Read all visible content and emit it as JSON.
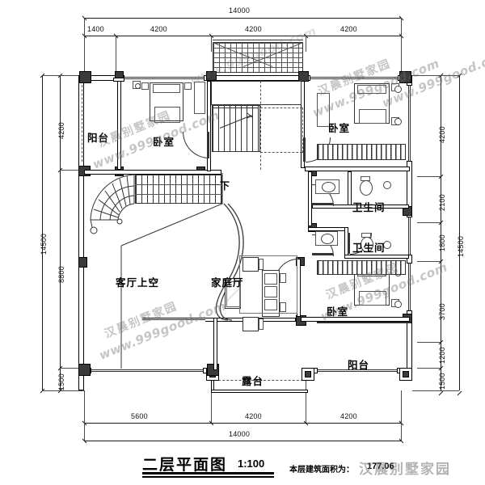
{
  "drawing": {
    "title": "二层平面图",
    "scale": "1:100",
    "area_label": "本层建筑面积为：",
    "area_value": "177.06",
    "brand_watermark": "汉晨别墅家园"
  },
  "dimensions": {
    "top_total": "14000",
    "top_segments": [
      "1400",
      "4200",
      "4200",
      "4200"
    ],
    "bottom_total": "14000",
    "bottom_segments": [
      "5600",
      "4200",
      "4200"
    ],
    "left_total": "14500",
    "left_segments": [
      "4200",
      "8800",
      "1500"
    ],
    "right_total": "14500",
    "right_segments": [
      "4200",
      "2100",
      "1800",
      "3700",
      "1200",
      "1500"
    ]
  },
  "rooms": [
    {
      "name": "阳台",
      "role": "balcony-upper-left"
    },
    {
      "name": "卧室",
      "role": "bedroom-top-left"
    },
    {
      "name": "卧室",
      "role": "bedroom-top-right"
    },
    {
      "name": "卫生间",
      "role": "bathroom-upper"
    },
    {
      "name": "卫生间",
      "role": "bathroom-lower"
    },
    {
      "name": "客厅上空",
      "role": "living-room-void"
    },
    {
      "name": "家庭厅",
      "role": "family-hall"
    },
    {
      "name": "卧室",
      "role": "bedroom-bottom-right"
    },
    {
      "name": "露台",
      "role": "terrace"
    },
    {
      "name": "阳台",
      "role": "balcony-lower-right"
    }
  ],
  "annotations": {
    "stair_down": "下"
  },
  "watermarks": {
    "cn": "汉晨别墅家园",
    "en": "www.999good.com"
  },
  "colors": {
    "ink": "#000000",
    "wall_fill": "#3b3b3b",
    "paper": "#ffffff",
    "dim_gray": "#4a4a4a",
    "watermark": "rgba(110,110,110,0.40)"
  }
}
